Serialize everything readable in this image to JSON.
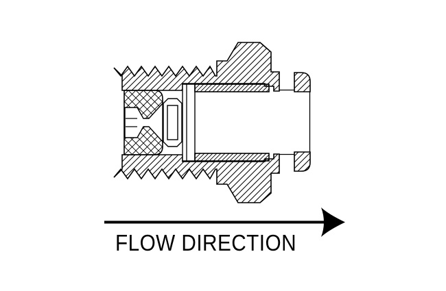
{
  "diagram": {
    "type": "technical cross-section drawing",
    "subject": "threaded fitting with internal orifice insert and sleeve, sectioned",
    "colors": {
      "line": "#000000",
      "background": "#ffffff"
    },
    "flow": {
      "label": "FLOW DIRECTION",
      "direction": "right"
    }
  }
}
